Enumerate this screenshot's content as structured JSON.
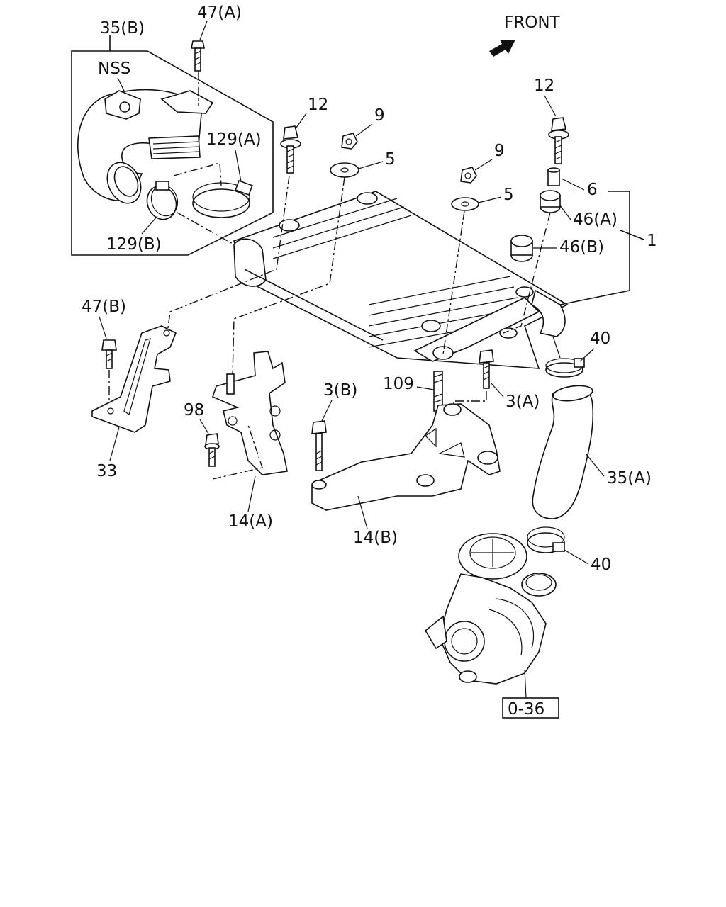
{
  "diagram": {
    "front_label": "FRONT",
    "reference_box": "0-36",
    "inset_note": "NSS",
    "callouts": {
      "c_47a": "47(A)",
      "c_35b": "35(B)",
      "c_129a": "129(A)",
      "c_129b": "129(B)",
      "c_12_left": "12",
      "c_9_left": "9",
      "c_5_left": "5",
      "c_9_right": "9",
      "c_5_right": "5",
      "c_12_right": "12",
      "c_6": "6",
      "c_46a": "46(A)",
      "c_46b": "46(B)",
      "c_1": "1",
      "c_47b": "47(B)",
      "c_33": "33",
      "c_98": "98",
      "c_14a": "14(A)",
      "c_3b": "3(B)",
      "c_109": "109",
      "c_3a": "3(A)",
      "c_14b": "14(B)",
      "c_40_upper": "40",
      "c_35a": "35(A)",
      "c_40_lower": "40"
    }
  }
}
